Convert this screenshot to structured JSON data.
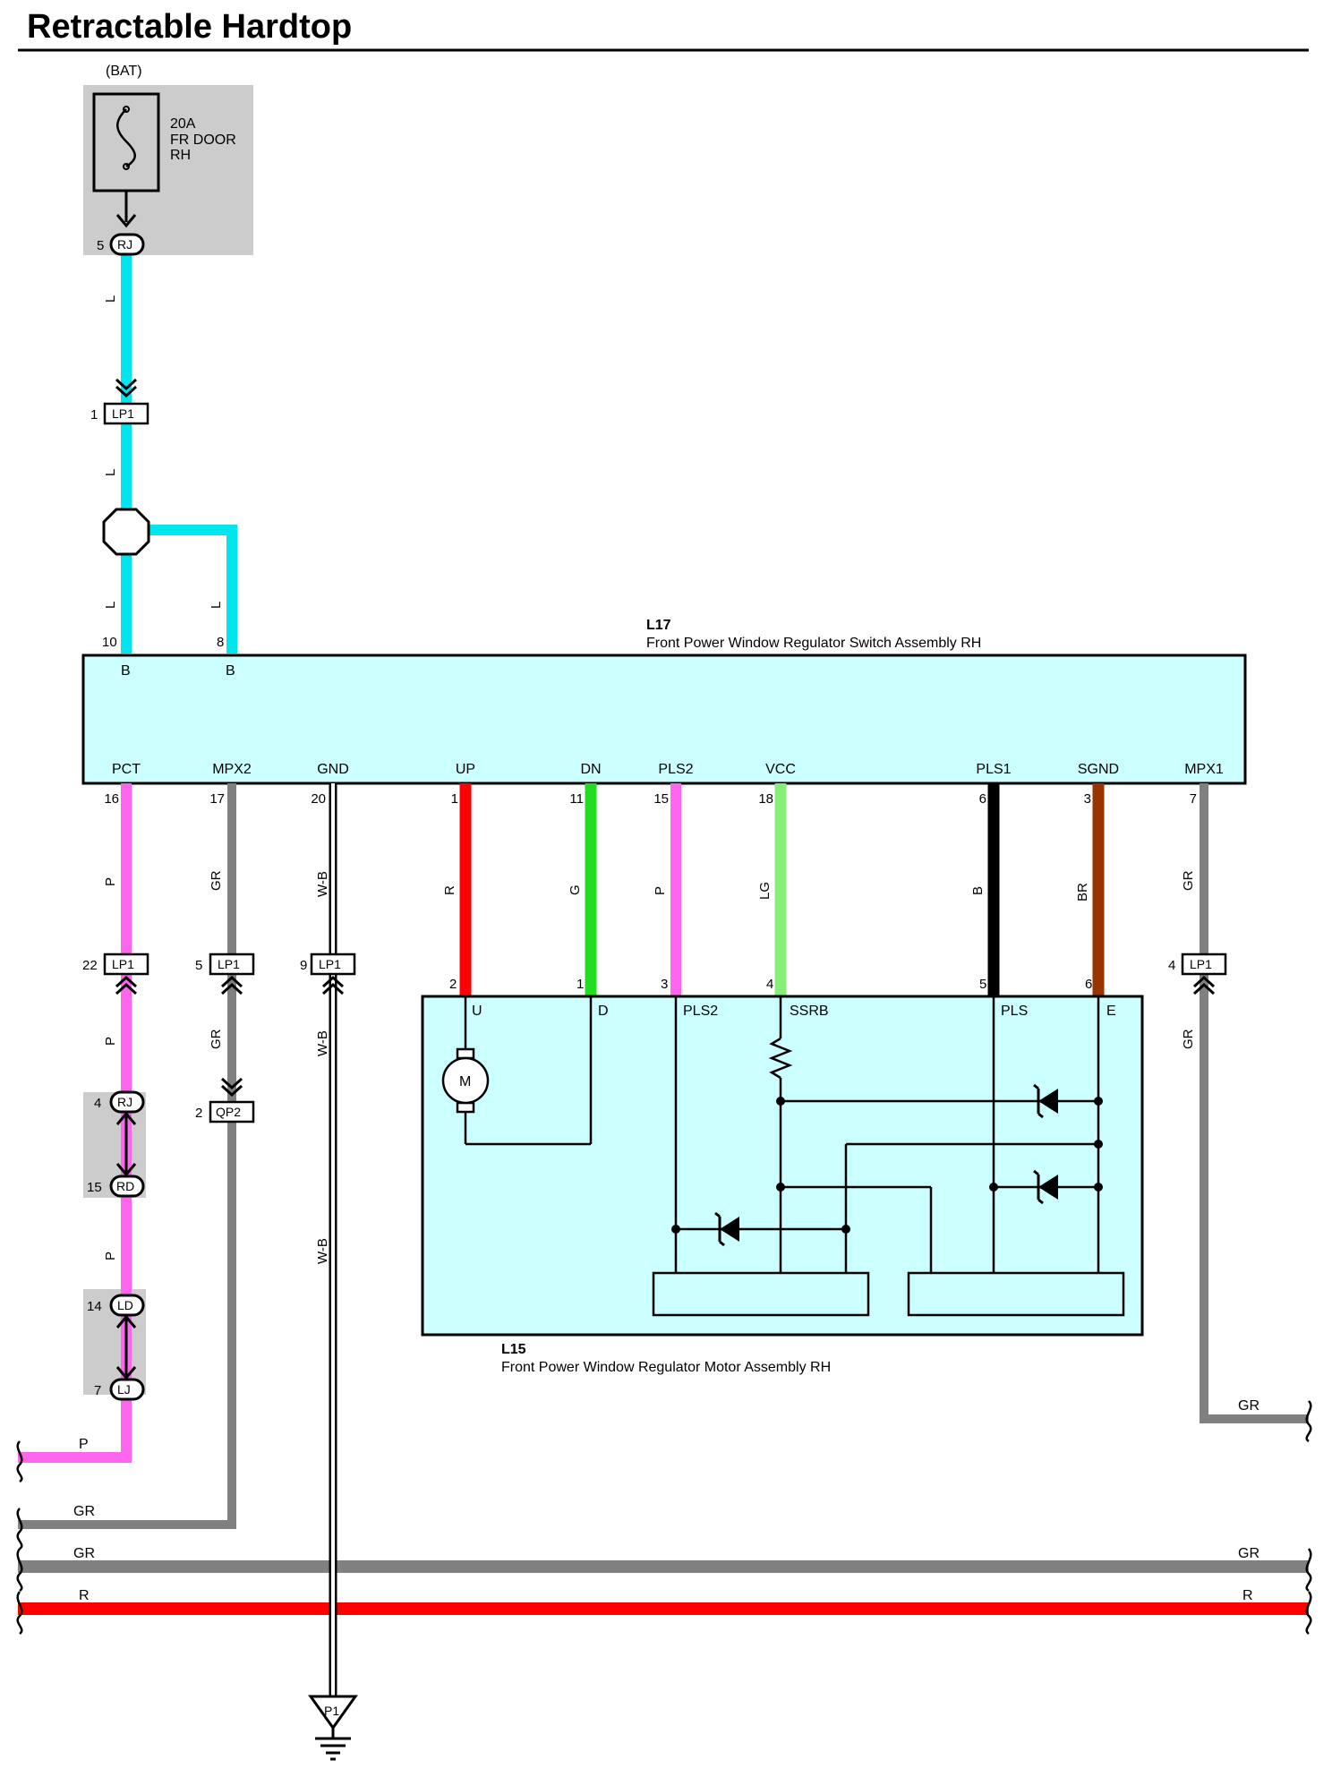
{
  "title": "Retractable Hardtop",
  "colors": {
    "L": "#00e5ee",
    "P": "#ff66ee",
    "GR": "#808080",
    "R": "#ff0000",
    "G": "#22dd22",
    "LG": "#88ee77",
    "B": "#000000",
    "BR": "#993300",
    "box_fill": "#ccffff",
    "shade": "#cccccc"
  },
  "fuse": {
    "source": "(BAT)",
    "line1": "20A",
    "line2": "FR DOOR",
    "line3": "RH"
  },
  "connectors": {
    "rj_top": {
      "name": "RJ",
      "pin": "5"
    },
    "lp1_top": {
      "name": "LP1",
      "pin": "1"
    },
    "lp1_pct": {
      "name": "LP1",
      "pin": "22"
    },
    "lp1_mpx2": {
      "name": "LP1",
      "pin": "5"
    },
    "lp1_gnd": {
      "name": "LP1",
      "pin": "9"
    },
    "lp1_mpx1": {
      "name": "LP1",
      "pin": "4"
    },
    "qp2": {
      "name": "QP2",
      "pin": "2"
    },
    "rj_mid": {
      "name": "RJ",
      "pin": "4"
    },
    "rd": {
      "name": "RD",
      "pin": "15"
    },
    "ld": {
      "name": "LD",
      "pin": "14"
    },
    "lj": {
      "name": "LJ",
      "pin": "7"
    },
    "ground": {
      "name": "P1"
    }
  },
  "l17": {
    "id": "L17",
    "name": "Front Power Window Regulator Switch Assembly RH",
    "top_terminals": [
      {
        "pin": "10",
        "label": "B"
      },
      {
        "pin": "8",
        "label": "B"
      }
    ],
    "bottom_terminals": [
      {
        "pin": "16",
        "label": "PCT",
        "wire": "P"
      },
      {
        "pin": "17",
        "label": "MPX2",
        "wire": "GR"
      },
      {
        "pin": "20",
        "label": "GND",
        "wire": "W-B"
      },
      {
        "pin": "1",
        "label": "UP",
        "wire": "R"
      },
      {
        "pin": "11",
        "label": "DN",
        "wire": "G"
      },
      {
        "pin": "15",
        "label": "PLS2",
        "wire": "P"
      },
      {
        "pin": "18",
        "label": "VCC",
        "wire": "LG"
      },
      {
        "pin": "6",
        "label": "PLS1",
        "wire": "B"
      },
      {
        "pin": "3",
        "label": "SGND",
        "wire": "BR"
      },
      {
        "pin": "7",
        "label": "MPX1",
        "wire": "GR"
      }
    ]
  },
  "l15": {
    "id": "L15",
    "name": "Front Power Window Regulator Motor Assembly RH",
    "terminals": [
      {
        "pin": "2",
        "label": "U"
      },
      {
        "pin": "1",
        "label": "D"
      },
      {
        "pin": "3",
        "label": "PLS2"
      },
      {
        "pin": "4",
        "label": "SSRB"
      },
      {
        "pin": "5",
        "label": "PLS"
      },
      {
        "pin": "6",
        "label": "E"
      }
    ],
    "motor": "M"
  },
  "wire_codes": {
    "l_a": "L",
    "l_b": "L",
    "l_c": "L",
    "l_d": "L",
    "pct_a": "P",
    "pct_b": "P",
    "pct_c": "P",
    "mpx2_a": "GR",
    "mpx2_b": "GR",
    "gnd_a": "W-B",
    "gnd_b": "W-B",
    "gnd_c": "W-B",
    "mpx1_b": "GR"
  },
  "bus_labels": {
    "p_left": "P",
    "gr1_left": "GR",
    "gr2_left": "GR",
    "gr2_right": "GR",
    "r_left": "R",
    "r_right": "R",
    "gr_mpx1_right": "GR"
  }
}
